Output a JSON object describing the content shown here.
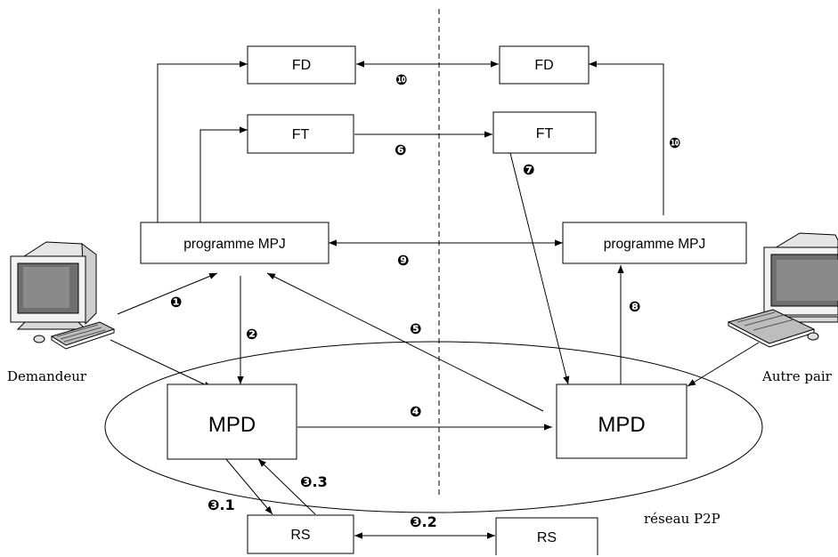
{
  "nodes": {
    "fd_left": "FD",
    "fd_right": "FD",
    "ft_left": "FT",
    "ft_right": "FT",
    "prog_left": "programme MPJ",
    "prog_right": "programme MPJ",
    "mpd_left": "MPD",
    "mpd_right": "MPD",
    "rs_left": "RS",
    "rs_right": "RS"
  },
  "labels": {
    "requester": "Demandeur",
    "other_peer": "Autre pair",
    "network": "réseau P2P"
  },
  "steps": {
    "s1": "❶",
    "s2": "❷",
    "s3_1": "❸.1",
    "s3_2": "❸.2",
    "s3_3": "❸.3",
    "s4": "❹",
    "s5": "❺",
    "s6": "❻",
    "s7": "❼",
    "s8": "❽",
    "s9": "❾",
    "s10a": "❿",
    "s10b": "❿"
  }
}
